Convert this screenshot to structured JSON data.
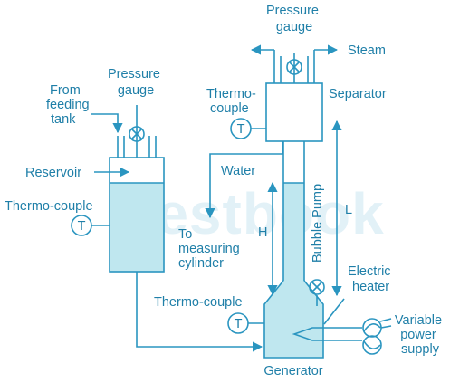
{
  "labels": {
    "pressure_gauge_top": [
      "Pressure",
      "gauge"
    ],
    "steam": "Steam",
    "separator": "Separator",
    "thermocouple_separator": [
      "Thermo-",
      "couple"
    ],
    "water": "Water",
    "to_measuring_cylinder": [
      "To",
      "measuring",
      "cylinder"
    ],
    "from_feeding_tank": [
      "From",
      "feeding",
      "tank"
    ],
    "pressure_gauge_reservoir": [
      "Pressure",
      "gauge"
    ],
    "reservoir": "Reservoir",
    "thermocouple_reservoir": "Thermo-couple",
    "thermocouple_generator": "Thermo-couple",
    "generator": "Generator",
    "electric_heater": [
      "Electric",
      "heater"
    ],
    "variable_power_supply": [
      "Variable",
      "power",
      "supply"
    ],
    "bubble_pump": "Bubble Pump",
    "height_H": "H",
    "length_L": "L",
    "gauge_symbol": "⊗",
    "thermocouple_symbol": "T",
    "watermark": "testbook"
  },
  "colors": {
    "line": "#2a95c0",
    "text": "#1f7fa8",
    "liquid": "#bfe7ef",
    "watermark": "#e2f1f7"
  }
}
